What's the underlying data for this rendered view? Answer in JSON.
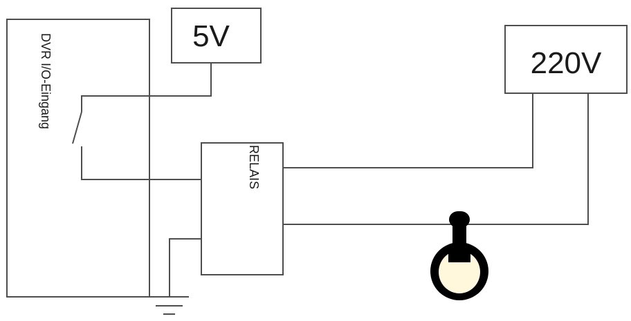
{
  "labels": {
    "dvr": "DVR I/O-Eingang",
    "relay": "RELAIS",
    "supply_5v": "5V",
    "supply_220v": "220V"
  },
  "icons": {
    "lamp": "light-bulb-icon",
    "ground": "ground-icon",
    "switch": "switch-icon"
  },
  "colors": {
    "line": "#4d4d4d",
    "text": "#1a1a1a",
    "bulb_glow": "#fff8dc",
    "bulb_body": "#000000"
  }
}
